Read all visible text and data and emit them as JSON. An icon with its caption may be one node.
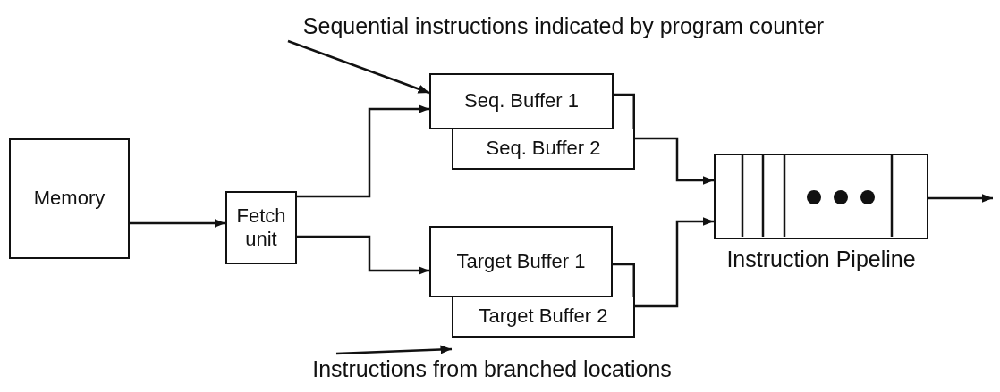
{
  "diagram": {
    "nodes": [
      {
        "text": [
          "Memory"
        ]
      },
      {
        "text": [
          "Fetch unit"
        ]
      },
      {
        "text": [
          "Seq. Buffer 1"
        ]
      },
      {
        "text": [
          "Seq. Buffer 2"
        ]
      },
      {
        "text": [
          "Target Buffer 1"
        ]
      },
      {
        "text": [
          "Target Buffer 2"
        ]
      },
      {
        "text": [],
        "shape": "box",
        "beside": [
          "Instruction Pipeline"
        ]
      },
      {
        "text": [
          "Sequential instructions indicated by program counter"
        ]
      },
      {
        "text": [
          "Instructions from branched locations"
        ]
      }
    ],
    "edges": [
      {
        "from": 0,
        "to": 1,
        "arrow": "to"
      },
      {
        "from": 1,
        "to": 2,
        "arrow": "to"
      },
      {
        "from": 1,
        "to": 4,
        "arrow": "to"
      },
      {
        "from": 3,
        "to": 6,
        "arrow": "to"
      },
      {
        "from": 5,
        "to": 6,
        "arrow": "to"
      },
      {
        "from": 6,
        "to": null,
        "arrow": "to"
      },
      {
        "from": 7,
        "to": 2,
        "arrow": "to"
      },
      {
        "from": 8,
        "to": 5,
        "arrow": "to"
      }
    ]
  }
}
